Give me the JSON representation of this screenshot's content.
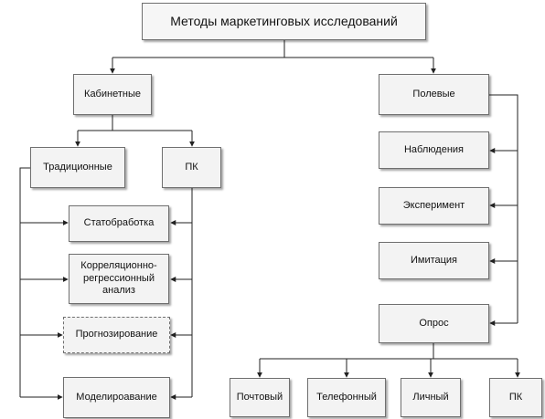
{
  "diagram": {
    "title": "Методы маркетинговых исследований",
    "cabinet": "Кабинетные",
    "field": "Полевые",
    "traditional": "Традиционные",
    "pc": "ПК",
    "statprocessing": "Статобработка",
    "correlation_line1": "Корреляционно-",
    "correlation_line2": "регрессионный",
    "correlation_line3": "анализ",
    "forecasting": "Прогнозирование",
    "modeling": "Моделироавание",
    "observation": "Наблюдения",
    "experiment": "Эксперимент",
    "imitation": "Имитация",
    "survey": "Опрос",
    "postal": "Почтовый",
    "phone": "Телефонный",
    "personal": "Личный",
    "survey_pc": "ПК"
  }
}
